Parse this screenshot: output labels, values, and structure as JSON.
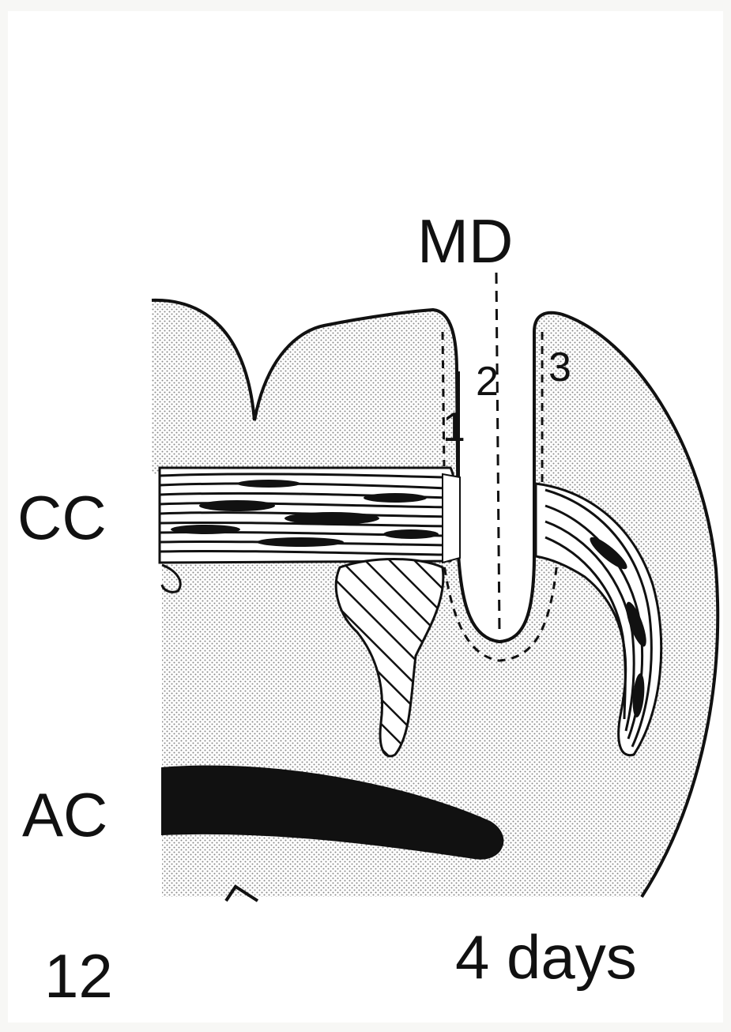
{
  "figure": {
    "label_md": "MD",
    "label_cc": "CC",
    "label_ac": "AC",
    "zone_1": "1",
    "zone_2": "2",
    "zone_3": "3",
    "panel_number": "12",
    "age": "4 days"
  },
  "colors": {
    "ink": "#111111",
    "paper": "#f7f7f5",
    "stipple": "#8a8a8a"
  }
}
